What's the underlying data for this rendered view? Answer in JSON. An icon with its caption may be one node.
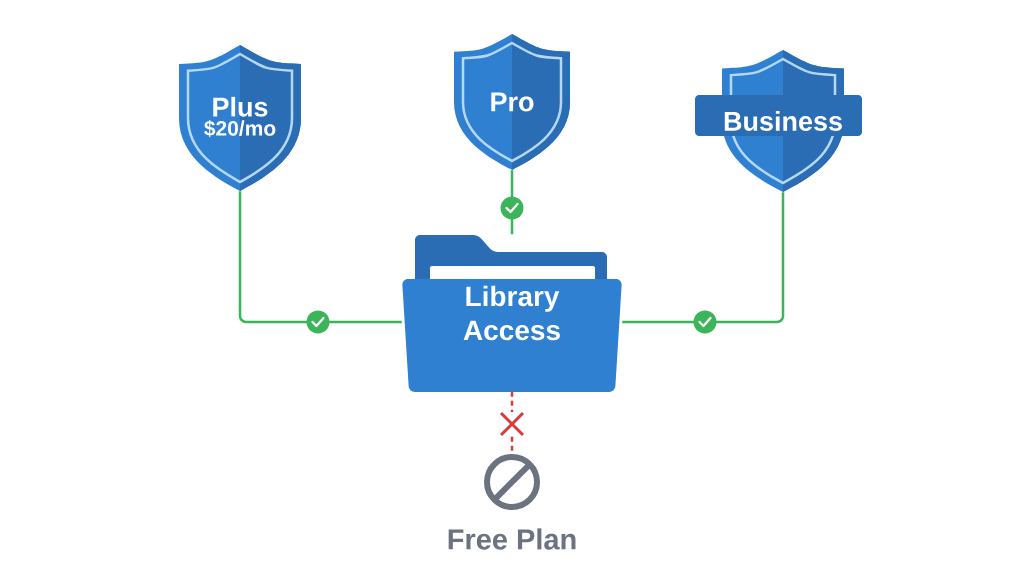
{
  "diagram": {
    "nodes": [
      {
        "text": [
          "Plus",
          "$20/mo"
        ]
      },
      {
        "text": [
          "Pro"
        ]
      },
      {
        "text": [
          "Business"
        ]
      },
      {
        "text": [
          "Library Access"
        ]
      },
      {
        "text": [],
        "shape": "circle",
        "beside": [
          "Free Plan"
        ]
      }
    ],
    "edges": [
      {
        "from": 0,
        "to": 3,
        "arrow": "none"
      },
      {
        "from": 1,
        "to": 3,
        "arrow": "none"
      },
      {
        "from": 2,
        "to": 3,
        "arrow": "none"
      },
      {
        "from": 3,
        "to": 4,
        "arrow": "none",
        "style": "dashed",
        "color": "#d93a3a"
      }
    ]
  }
}
